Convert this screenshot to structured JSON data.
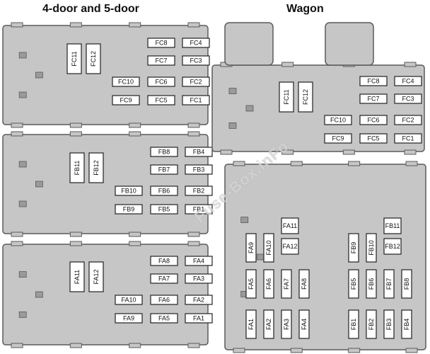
{
  "titles": {
    "left": "4-door and 5-door",
    "right": "Wagon"
  },
  "watermark": "Fuse-Box.inFo",
  "colors": {
    "board": "#c6c6c6",
    "board_stroke": "#5a5a5a",
    "fuse_fill": "#ffffff",
    "fuse_stroke": "#222222",
    "text": "#111111"
  },
  "diagrams": {
    "sedan": {
      "fc": {
        "vertical": [
          "FC11",
          "FC12"
        ],
        "rows": [
          [
            "FC8",
            "FC4"
          ],
          [
            "FC7",
            "FC3"
          ],
          [
            "FC10",
            "FC6",
            "FC2"
          ],
          [
            "FC9",
            "FC5",
            "FC1"
          ]
        ]
      },
      "fb": {
        "vertical": [
          "FB11",
          "FB12"
        ],
        "rows": [
          [
            "FB8",
            "FB4"
          ],
          [
            "FB7",
            "FB3"
          ],
          [
            "FB10",
            "FB6",
            "FB2"
          ],
          [
            "FB9",
            "FB5",
            "FB1"
          ]
        ]
      },
      "fa": {
        "vertical": [
          "FA11",
          "FA12"
        ],
        "rows": [
          [
            "FA8",
            "FA4"
          ],
          [
            "FA7",
            "FA3"
          ],
          [
            "FA10",
            "FA6",
            "FA2"
          ],
          [
            "FA9",
            "FA5",
            "FA1"
          ]
        ]
      }
    },
    "wagon": {
      "fc": {
        "vertical": [
          "FC11",
          "FC12"
        ],
        "rows": [
          [
            "FC8",
            "FC4"
          ],
          [
            "FC7",
            "FC3"
          ],
          [
            "FC10",
            "FC6",
            "FC2"
          ],
          [
            "FC9",
            "FC5",
            "FC1"
          ]
        ]
      },
      "fa": {
        "top_vertical": [
          "FA9",
          "FA10"
        ],
        "top_boxes": [
          "FA11",
          "FA12"
        ],
        "mid": [
          "FA5",
          "FA6",
          "FA7",
          "FA8"
        ],
        "bottom": [
          "FA1",
          "FA2",
          "FA3",
          "FA4"
        ]
      },
      "fb": {
        "top_vertical": [
          "FB9",
          "FB10"
        ],
        "top_boxes": [
          "FB11",
          "FB12"
        ],
        "mid": [
          "FB5",
          "FB6",
          "FB7",
          "FB8"
        ],
        "bottom": [
          "FB1",
          "FB2",
          "FB3",
          "FB4"
        ]
      }
    }
  }
}
